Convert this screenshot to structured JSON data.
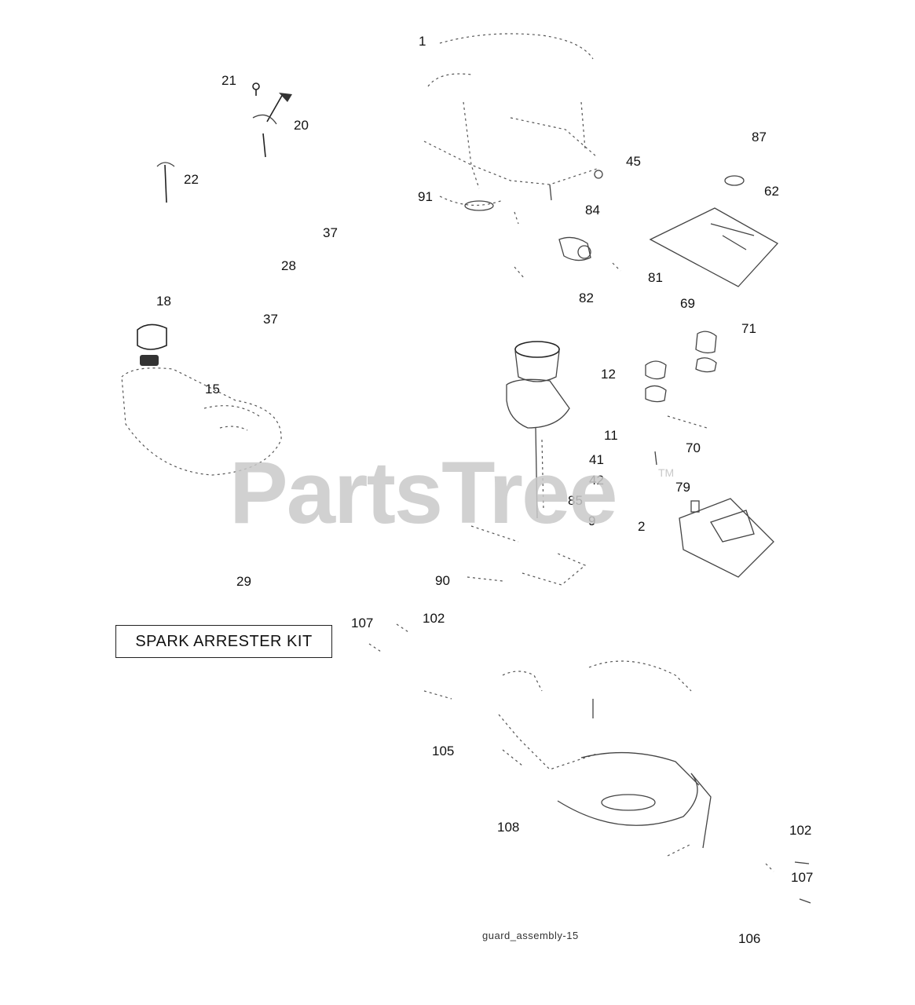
{
  "kit_label": "SPARK ARRESTER KIT",
  "watermark": "PartsTree",
  "watermark_tm": "TM",
  "caption": "guard_assembly-15",
  "part_labels": [
    "1",
    "21",
    "20",
    "22",
    "45",
    "87",
    "91",
    "84",
    "62",
    "37",
    "28",
    "81",
    "82",
    "18",
    "37",
    "69",
    "71",
    "12",
    "15",
    "11",
    "70",
    "41",
    "42",
    "79",
    "85",
    "9",
    "2",
    "29",
    "90",
    "107",
    "102",
    "105",
    "108",
    "102",
    "107",
    "106"
  ],
  "colors": {
    "ink": "#111111",
    "watermark": "#c9c9c9"
  }
}
